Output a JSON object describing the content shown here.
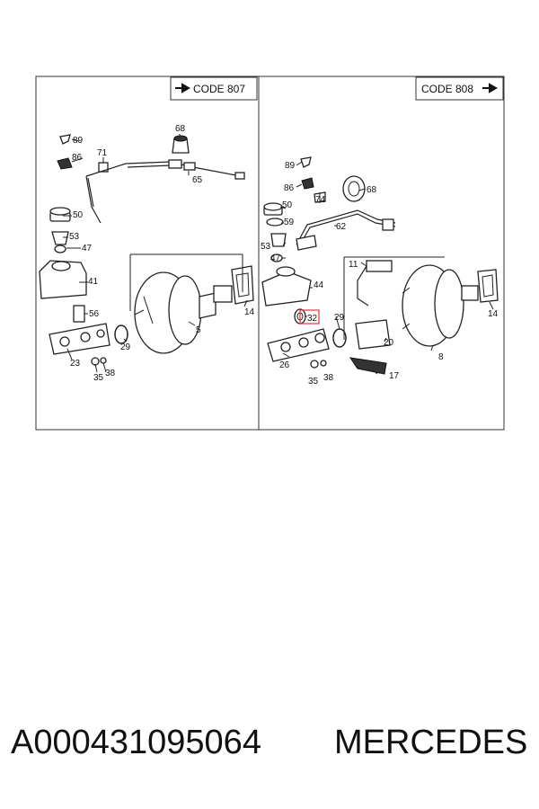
{
  "panels": {
    "left": {
      "code_label": "CODE 807",
      "callouts": [
        "89",
        "86",
        "71",
        "68",
        "65",
        "50",
        "53",
        "47",
        "41",
        "56",
        "29",
        "5",
        "14",
        "23",
        "35",
        "38"
      ]
    },
    "right": {
      "code_label": "CODE 808",
      "callouts": [
        "89",
        "86",
        "74",
        "68",
        "50",
        "59",
        "62",
        "53",
        "47",
        "11",
        "44",
        "32",
        "29",
        "14",
        "20",
        "26",
        "8",
        "17",
        "35",
        "38"
      ]
    }
  },
  "highlight": {
    "label": "32",
    "color": "#e0333a"
  },
  "footer": {
    "part_number": "A000431095064",
    "brand": "MERCEDES"
  }
}
